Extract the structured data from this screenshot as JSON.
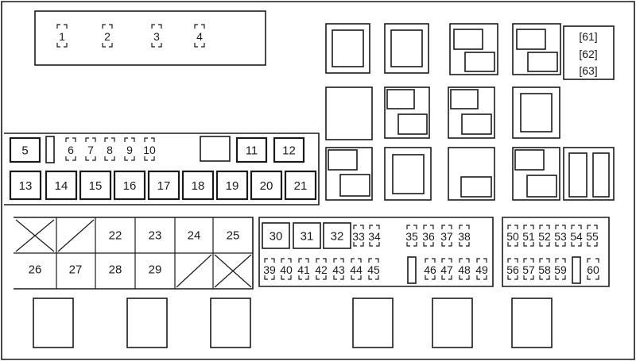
{
  "fuse_box": {
    "mini_top": [
      "1",
      "2",
      "3",
      "4"
    ],
    "row_a": [
      "5",
      "6",
      "7",
      "8",
      "9",
      "10",
      "11",
      "12"
    ],
    "row_b": [
      "13",
      "14",
      "15",
      "16",
      "17",
      "18",
      "19",
      "20",
      "21"
    ],
    "grid_top": [
      "22",
      "23",
      "24",
      "25"
    ],
    "grid_bottom": [
      "26",
      "27",
      "28",
      "29"
    ],
    "mid_top_big": [
      "30",
      "31",
      "32"
    ],
    "mid_top_mini": [
      "33",
      "34",
      "35",
      "36",
      "37",
      "38"
    ],
    "mid_bottom": [
      "39",
      "40",
      "41",
      "42",
      "43",
      "44",
      "45",
      "46",
      "47",
      "48",
      "49"
    ],
    "right_top": [
      "50",
      "51",
      "52",
      "53",
      "54",
      "55"
    ],
    "right_bottom": [
      "56",
      "57",
      "58",
      "59",
      "60"
    ],
    "bracket_labels": [
      "[61]",
      "[62]",
      "[63]"
    ]
  }
}
